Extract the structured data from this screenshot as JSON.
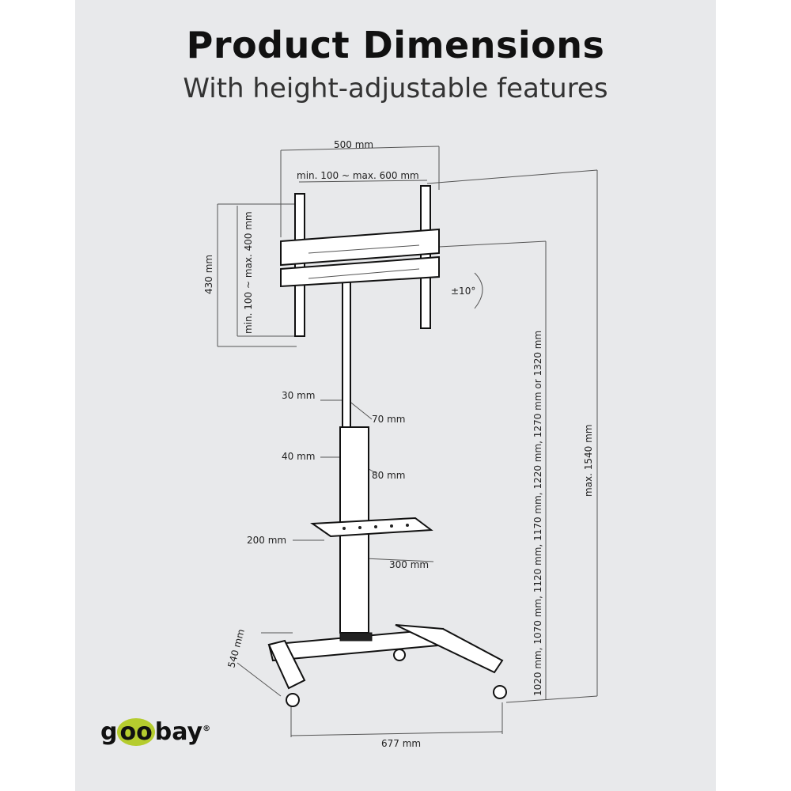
{
  "header": {
    "title": "Product Dimensions",
    "subtitle": "With height-adjustable features"
  },
  "dimensions": {
    "width_top": "500 mm",
    "vesa_horizontal": "min. 100 ~ max. 600 mm",
    "height_bracket": "430 mm",
    "vesa_vertical": "min. 100 ~ max. 400 mm",
    "tilt": "±10°",
    "pole_upper_depth": "30 mm",
    "pole_upper_width": "70 mm",
    "pole_lower_depth": "40 mm",
    "pole_lower_width": "80 mm",
    "shelf_depth": "200 mm",
    "shelf_width": "300 mm",
    "height_options": "1020 mm, 1070 mm, 1120 mm, 1170 mm, 1220 mm, 1270 mm or 1320 mm",
    "max_height": "max. 1540 mm",
    "base_depth": "540 mm",
    "base_width": "677 mm"
  },
  "brand": {
    "logo_text_1": "g",
    "logo_text_2": "oo",
    "logo_text_3": "bay",
    "registered": "®",
    "accent": "#b5cc2e"
  }
}
